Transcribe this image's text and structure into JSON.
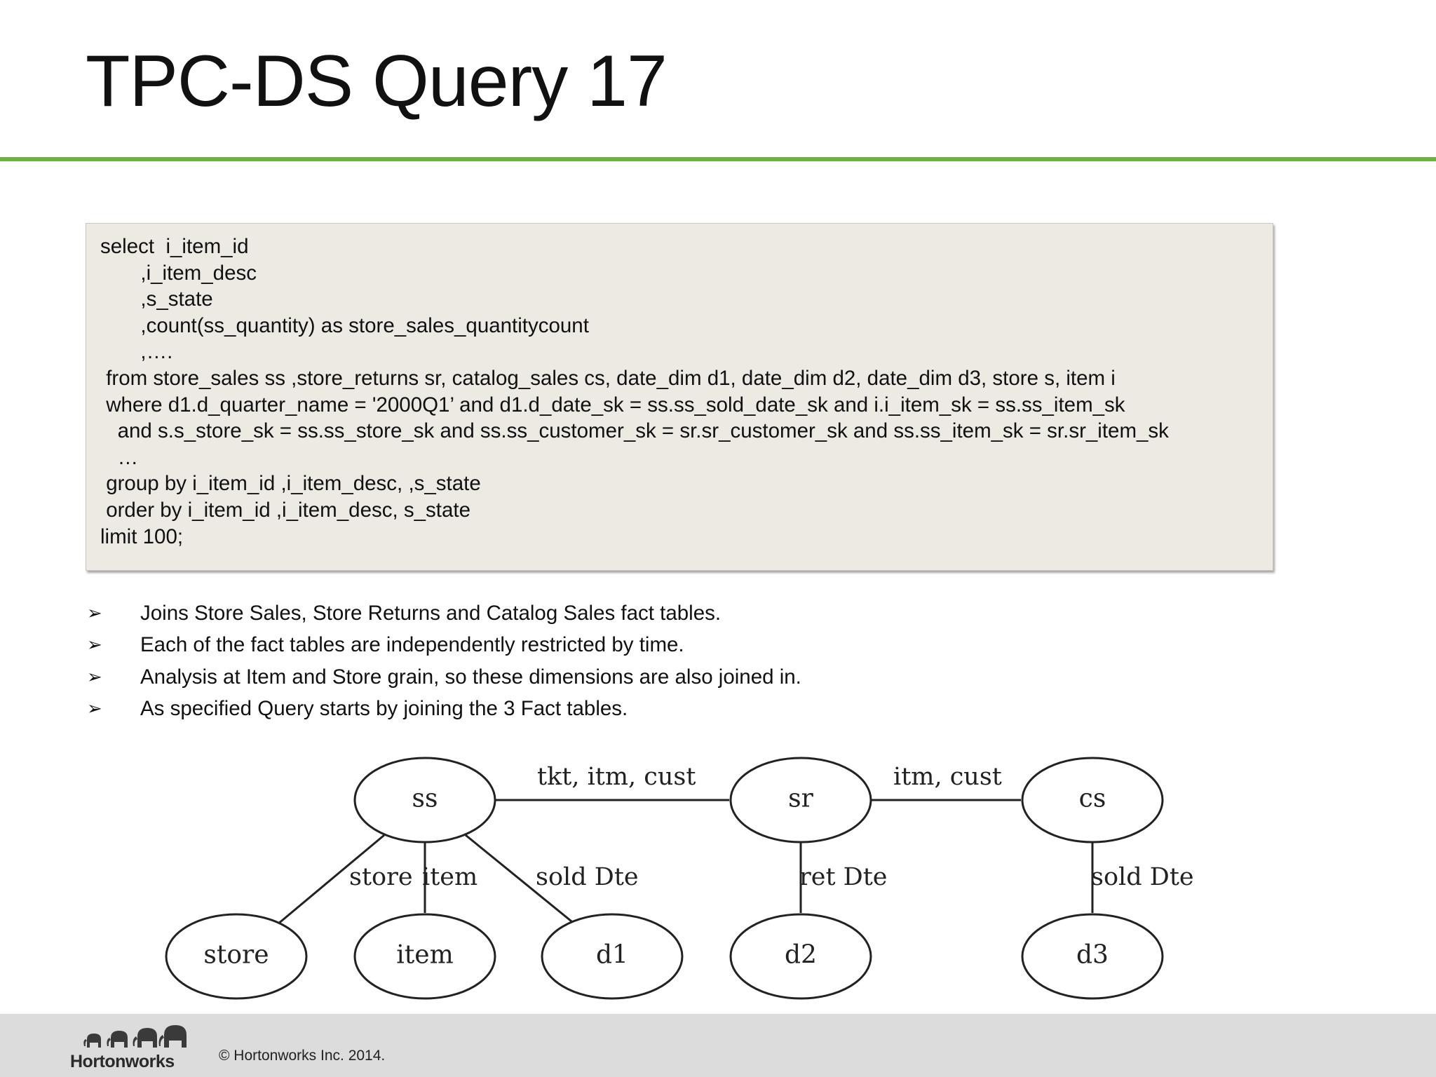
{
  "slide": {
    "title": "TPC-DS Query 17"
  },
  "code": {
    "lines": [
      "select  i_item_id",
      "       ,i_item_desc",
      "       ,s_state",
      "       ,count(ss_quantity) as store_sales_quantitycount",
      "       ,….",
      " from store_sales ss ,store_returns sr, catalog_sales cs, date_dim d1, date_dim d2, date_dim d3, store s, item i",
      " where d1.d_quarter_name = '2000Q1’ and d1.d_date_sk = ss.ss_sold_date_sk and i.i_item_sk = ss.ss_item_sk",
      "   and s.s_store_sk = ss.ss_store_sk and ss.ss_customer_sk = sr.sr_customer_sk and ss.ss_item_sk = sr.sr_item_sk",
      "   …",
      " group by i_item_id ,i_item_desc, ,s_state",
      " order by i_item_id ,i_item_desc, s_state",
      "limit 100;"
    ]
  },
  "bullets": {
    "marker": "➢",
    "items": [
      "Joins Store Sales, Store Returns and Catalog Sales fact tables.",
      "Each of the fact tables are independently restricted by time.",
      "Analysis at Item and Store grain, so these dimensions are also joined in.",
      "As specified Query starts by joining the 3 Fact tables."
    ]
  },
  "diagram": {
    "nodes": {
      "ss": "ss",
      "sr": "sr",
      "cs": "cs",
      "store": "store",
      "item": "item",
      "d1": "d1",
      "d2": "d2",
      "d3": "d3"
    },
    "edge_labels": {
      "ss_sr": "tkt, itm, cust",
      "sr_cs": "itm, cust",
      "ss_store": "store",
      "ss_item": "item",
      "ss_d1": "sold Dte",
      "sr_d2": "ret Dte",
      "cs_d3": "sold Dte"
    }
  },
  "footer": {
    "logo_text": "Hortonworks",
    "copyright": "© Hortonworks Inc. 2014."
  }
}
